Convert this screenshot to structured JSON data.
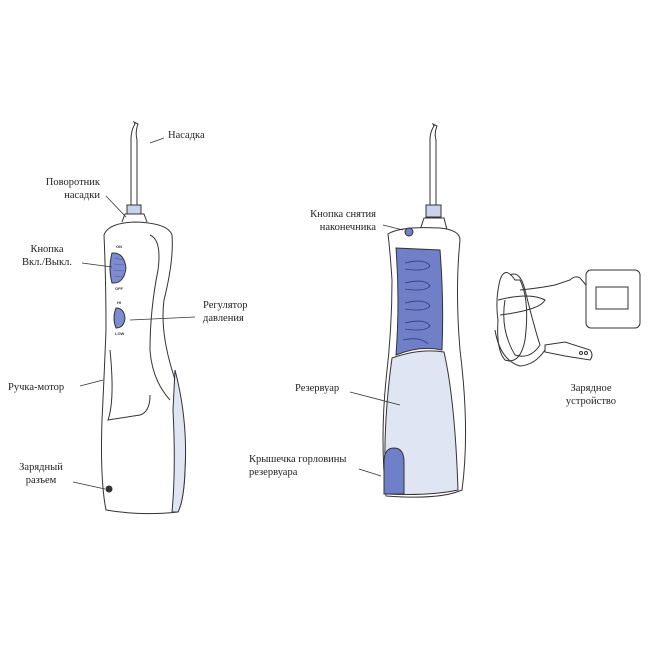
{
  "labels": {
    "nozzle": "Насадка",
    "nozzle_rotator": [
      "Поворотник",
      "насадки"
    ],
    "power_button": [
      "Кнопка",
      "Вкл./Выкл."
    ],
    "pressure_control": [
      "Регулятор",
      "давления"
    ],
    "handle_motor": "Ручка-мотор",
    "charging_port": [
      "Зарядный",
      "разъем"
    ],
    "tip_eject_button": [
      "Кнопка снятия",
      "наконечника"
    ],
    "reservoir": "Резервуар",
    "reservoir_cap": [
      "Крышечка горловины",
      "резервуара"
    ],
    "charger": [
      "Зарядное",
      "устройство"
    ]
  },
  "device_marks": {
    "on": "ON",
    "off": "OFF",
    "hi": "HI",
    "low": "LOW"
  },
  "colors": {
    "accent": "#6f7fc8",
    "light": "#dfe5f3",
    "line": "#333333"
  }
}
